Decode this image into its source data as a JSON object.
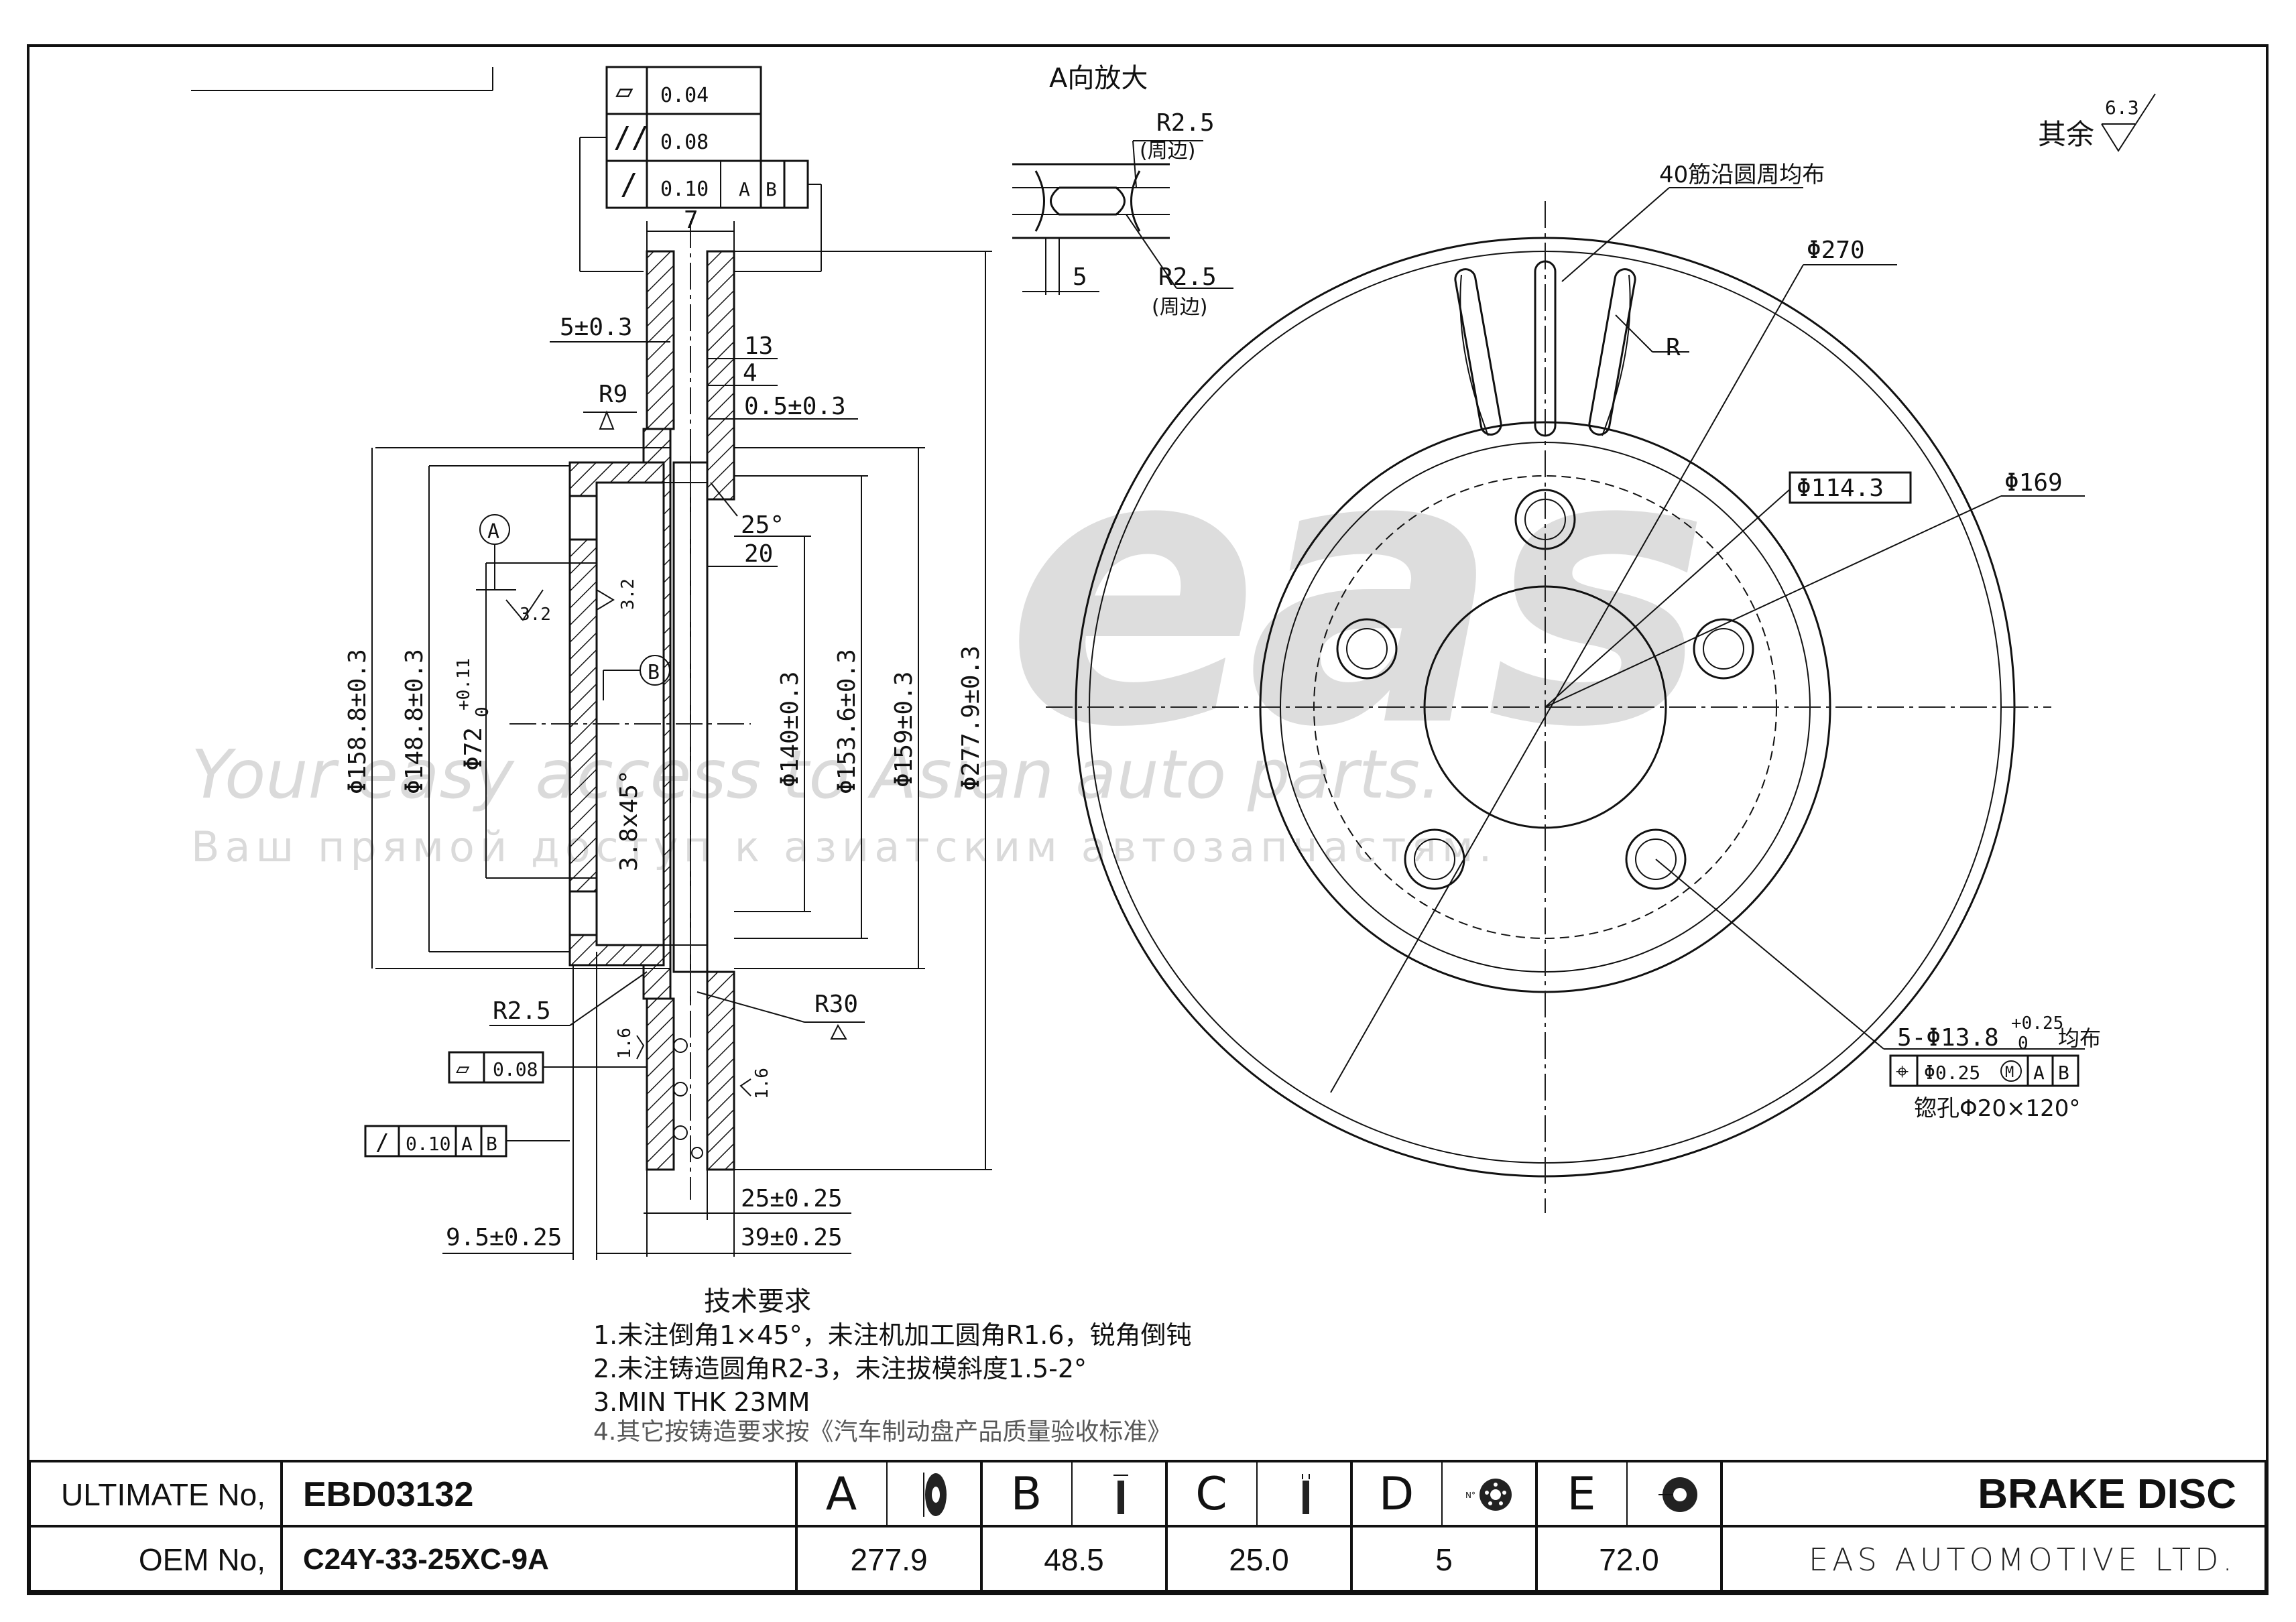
{
  "drawing": {
    "gdt_top": [
      {
        "symbol": "▱",
        "value": "0.04",
        "refs": []
      },
      {
        "symbol": "//",
        "value": "0.08",
        "refs": []
      },
      {
        "symbol": "/",
        "value": "0.10",
        "refs": [
          "A",
          "B"
        ]
      }
    ],
    "gdt_flatness": {
      "symbol": "▱",
      "value": "0.08"
    },
    "gdt_runout": {
      "symbol": "/",
      "value": "0.10",
      "refs": [
        "A",
        "B"
      ]
    },
    "header_note": "A向放大",
    "roughness_note": "其余",
    "roughness_value": "6.3",
    "section_dims": {
      "width_top": "7",
      "offset": "5±0.3",
      "d13": "13",
      "d4": "4",
      "d05": "0.5±0.3",
      "r9": "R9",
      "angle25": "25°",
      "d20": "20",
      "chamfer": "3.8x45°",
      "dia_158": "Φ158.8±0.3",
      "dia_148": "Φ148.8±0.3",
      "dia_72": "Φ72",
      "dia_72_tol_upper": "+0.11",
      "dia_72_tol_lower": "0",
      "dia_140": "Φ140±0.3",
      "dia_153": "Φ153.6±0.3",
      "dia_159": "Φ159±0.3",
      "dia_277": "Φ277.9±0.3",
      "r25": "R2.5",
      "r30": "R30",
      "rough16a": "1.6",
      "rough16b": "1.6",
      "rough32a": "3.2",
      "rough32b": "3.2",
      "thk25": "25±0.25",
      "thk39": "39±0.25",
      "thk95": "9.5±0.25",
      "datum_a": "A",
      "datum_b": "B"
    },
    "detail_dims": {
      "r25_top": "R2.5",
      "r25_top_note": "(周边)",
      "r25_bot": "R2.5",
      "r25_bot_note": "(周边)",
      "d5": "5"
    },
    "face_dims": {
      "vent_note": "40筋沿圆周均布",
      "vent_note2": "R",
      "dia_270": "Φ270",
      "dia_114": "Φ114.3",
      "dia_169": "Φ169",
      "holes": "5-Φ13.8",
      "holes_tol_upper": "+0.25",
      "holes_tol_lower": "0",
      "holes_suffix": "均布",
      "position_tol": "Φ0.25",
      "position_mod": "M",
      "position_refs": [
        "A",
        "B"
      ],
      "countersink": "锪孔Φ20×120°"
    },
    "tech_notes": {
      "title": "技术要求",
      "lines": [
        "1.未注倒角1×45°，未注机加工圆角R1.6，锐角倒钝",
        "2.未注铸造圆角R2-3，未注拔模斜度1.5-2°",
        "3.MIN THK 23MM",
        "4.其它按铸造要求按《汽车制动盘产品质量验收标准》"
      ]
    },
    "watermark": {
      "logo": "eas",
      "line1": "Your easy access to Asian auto parts.",
      "line2": "Ваш прямой доступ к азиатским автозапчастям."
    }
  },
  "title_block": {
    "ultimate_label": "ULTIMATE No,",
    "ultimate_value": "EBD03132",
    "oem_label": "OEM No,",
    "oem_value": "C24Y-33-25XC-9A",
    "columns": [
      {
        "letter": "A",
        "icon": "disc-diameter-icon",
        "value": "277.9"
      },
      {
        "letter": "B",
        "icon": "disc-height-icon",
        "value": "48.5"
      },
      {
        "letter": "C",
        "icon": "disc-thickness-icon",
        "value": "25.0"
      },
      {
        "letter": "D",
        "icon": "bolt-holes-icon",
        "value": "5"
      },
      {
        "letter": "E",
        "icon": "center-bore-icon",
        "value": "72.0"
      }
    ],
    "product": "BRAKE DISC",
    "company": "EAS AUTOMOTIVE LTD."
  }
}
